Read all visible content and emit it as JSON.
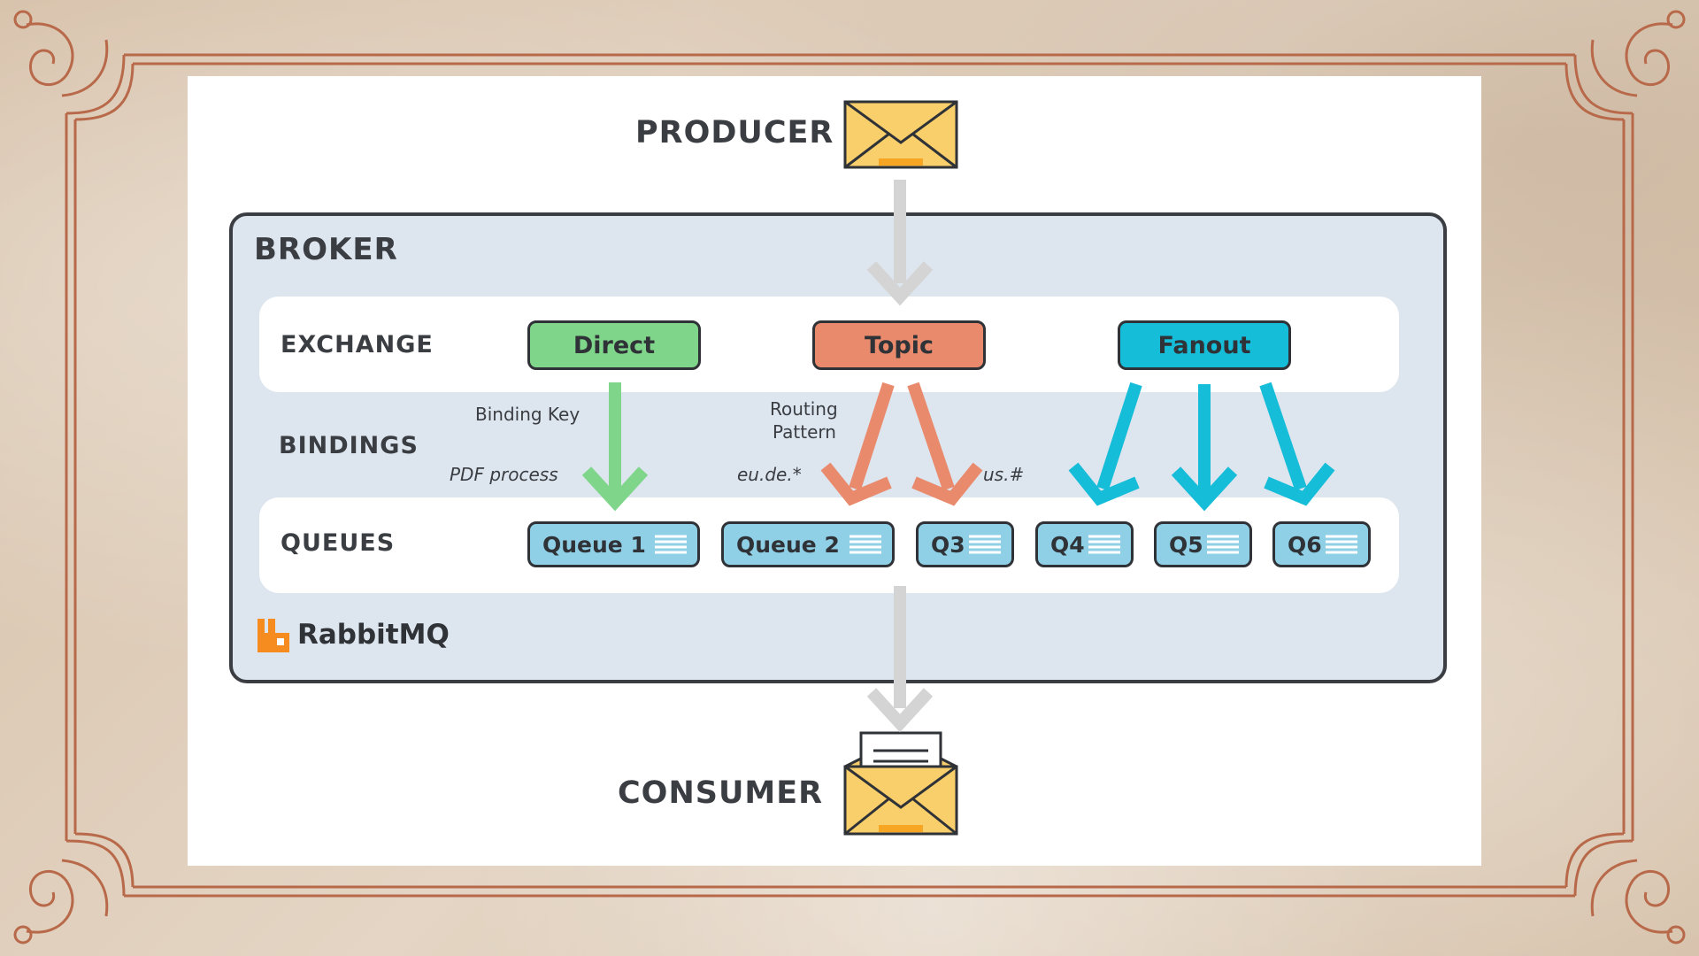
{
  "diagram": {
    "producer_label": "PRODUCER",
    "consumer_label": "CONSUMER",
    "broker_label": "BROKER",
    "rows": {
      "exchange": "EXCHANGE",
      "bindings": "BINDINGS",
      "queues": "QUEUES"
    },
    "exchanges": [
      {
        "label": "Direct",
        "color": "#7fd68b"
      },
      {
        "label": "Topic",
        "color": "#e98a6c"
      },
      {
        "label": "Fanout",
        "color": "#16bdd8"
      }
    ],
    "binding_notes": {
      "binding_key": "Binding Key",
      "pdf_process": "PDF process",
      "routing_line1": "Routing",
      "routing_line2": "Pattern",
      "eu_de": "eu.de.*",
      "us": "us.#"
    },
    "queues": [
      "Queue 1",
      "Queue 2",
      "Q3",
      "Q4",
      "Q5",
      "Q6"
    ],
    "brand": "RabbitMQ",
    "colors": {
      "queue_fill": "#8fd0e6",
      "arrow_gray": "#d4d4d4",
      "envelope": "#f9cf6c",
      "frame_line": "#b8694a",
      "rabbit_orange": "#f68b1f"
    }
  }
}
